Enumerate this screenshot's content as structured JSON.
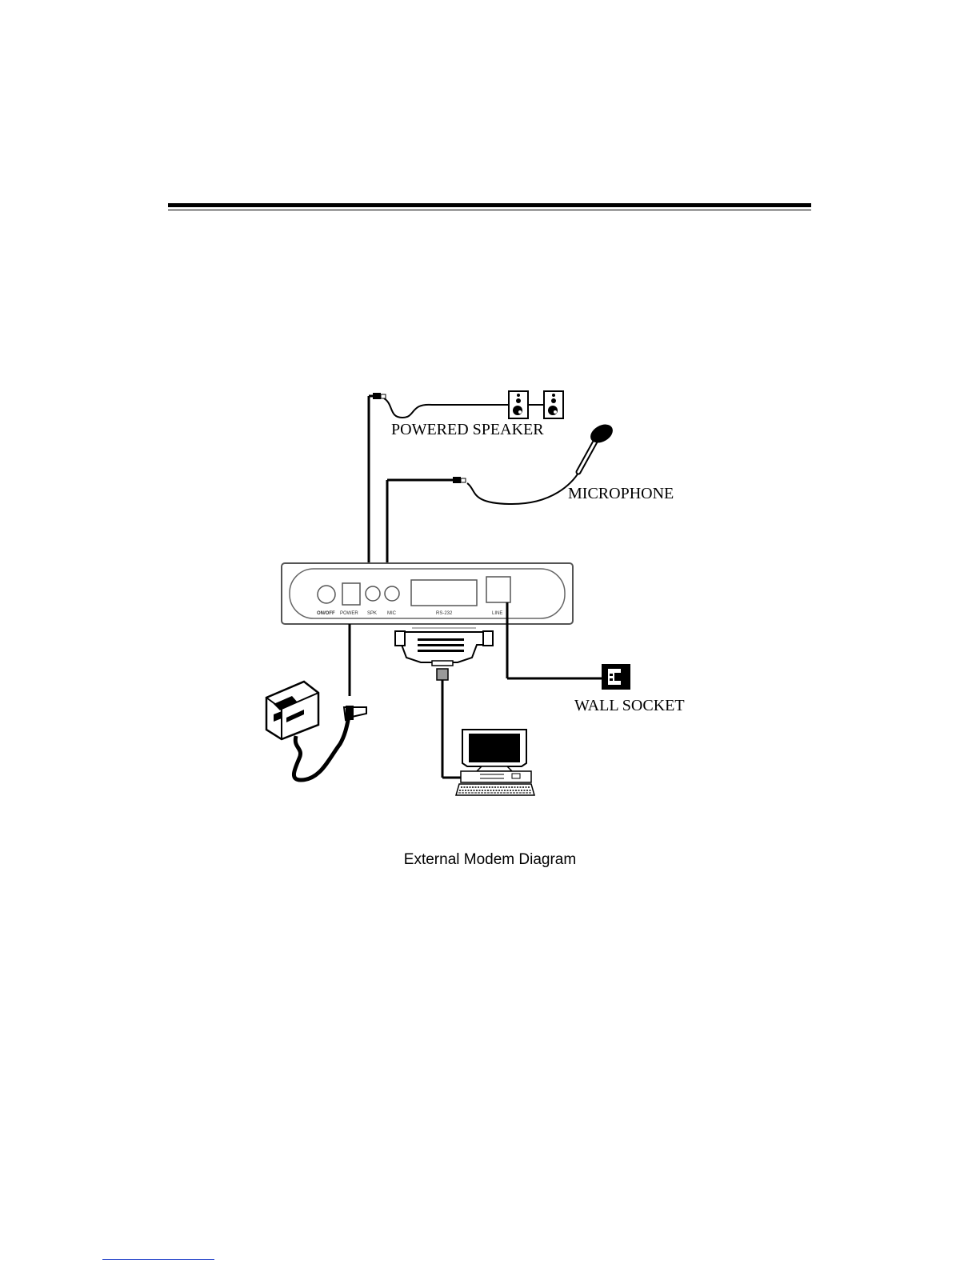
{
  "labels": {
    "powered_speaker": "POWERED SPEAKER",
    "microphone": "MICROPHONE",
    "wall_socket": "WALL SOCKET"
  },
  "ports": {
    "on_off": "ON/OFF",
    "power": "POWER",
    "spk": "SPK",
    "mic": "MIC",
    "rs232": "RS-232",
    "line": "LINE"
  },
  "caption": "External Modem Diagram"
}
